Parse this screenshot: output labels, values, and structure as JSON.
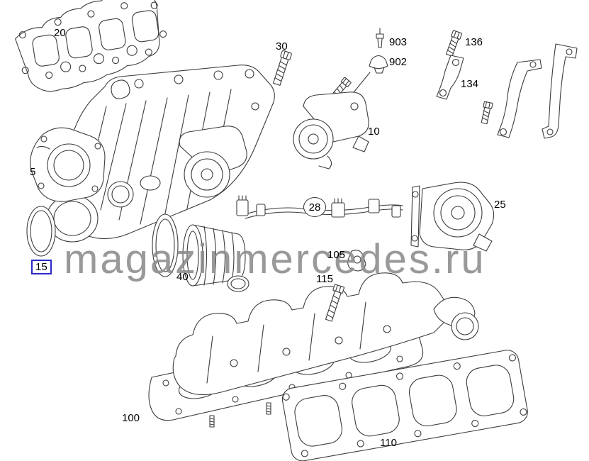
{
  "watermark": {
    "text": "magazinmercedes.ru",
    "color": "#8c8c8c"
  },
  "highlight": {
    "selected": "15",
    "box_color": "#2a2ac8"
  },
  "labels": {
    "p5": "5",
    "p10": "10",
    "p15": "15",
    "p20": "20",
    "p25": "25",
    "p28": "28",
    "p30": "30",
    "p40": "40",
    "p100": "100",
    "p105": "105",
    "p110": "110",
    "p115": "115",
    "p134": "134",
    "p136": "136",
    "p902": "902",
    "p903": "903"
  }
}
